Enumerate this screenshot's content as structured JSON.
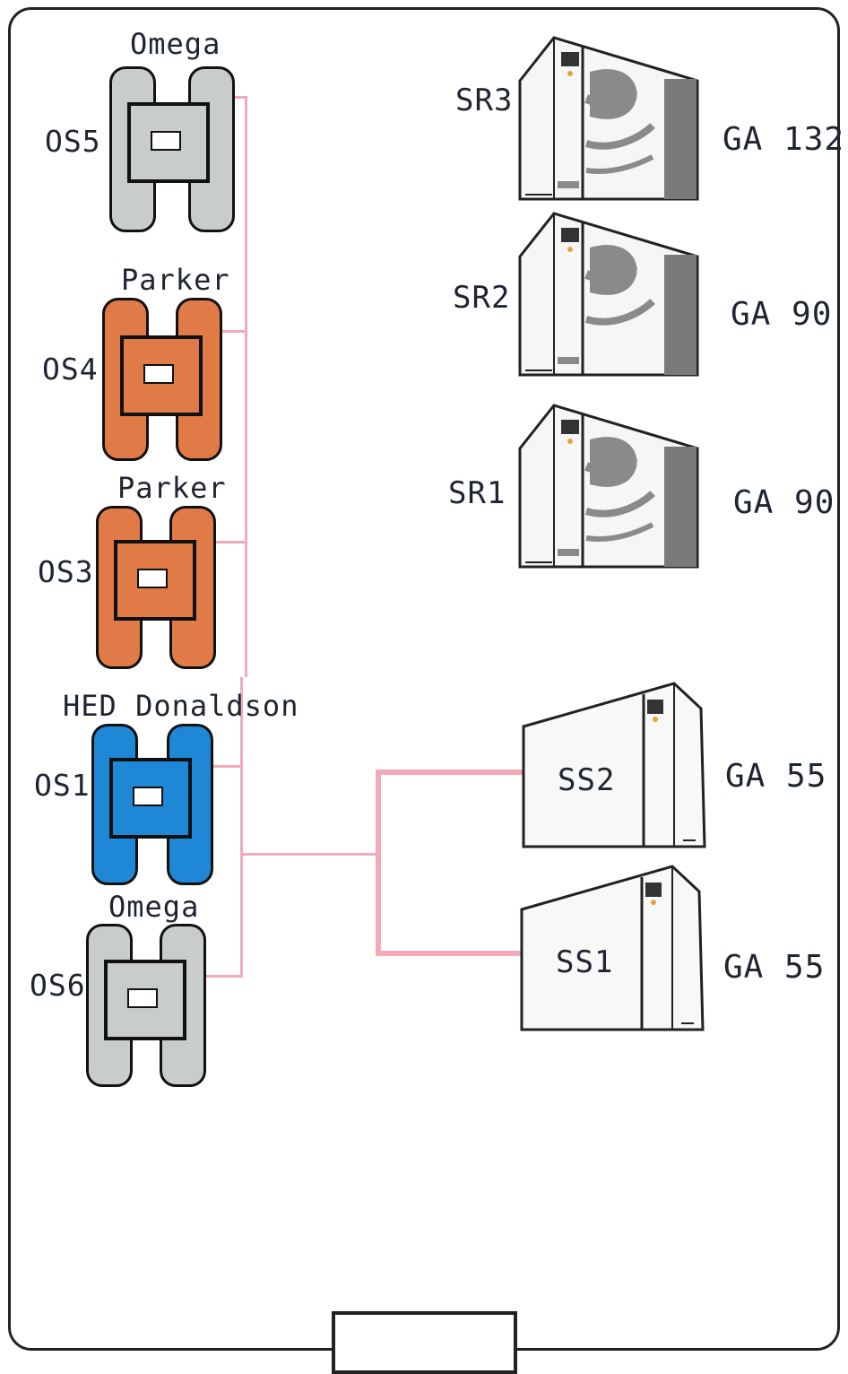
{
  "separators": [
    {
      "id": "OS5",
      "brand": "Omega",
      "color": "#c8cccc"
    },
    {
      "id": "OS4",
      "brand": "Parker",
      "color": "#e07a46"
    },
    {
      "id": "OS3",
      "brand": "Parker",
      "color": "#e07a46"
    },
    {
      "id": "OS1",
      "brand": "HED Donaldson",
      "color": "#1e88d6"
    },
    {
      "id": "OS6",
      "brand": "Omega",
      "color": "#c8cccc"
    }
  ],
  "compressors": [
    {
      "id": "SR3",
      "model": "GA 132"
    },
    {
      "id": "SR2",
      "model": "GA 90"
    },
    {
      "id": "SR1",
      "model": "GA 90"
    },
    {
      "id": "SS2",
      "model": "GA 55"
    },
    {
      "id": "SS1",
      "model": "GA 55"
    }
  ],
  "colors": {
    "pipe": "#f2aab8",
    "outline": "#222222"
  }
}
